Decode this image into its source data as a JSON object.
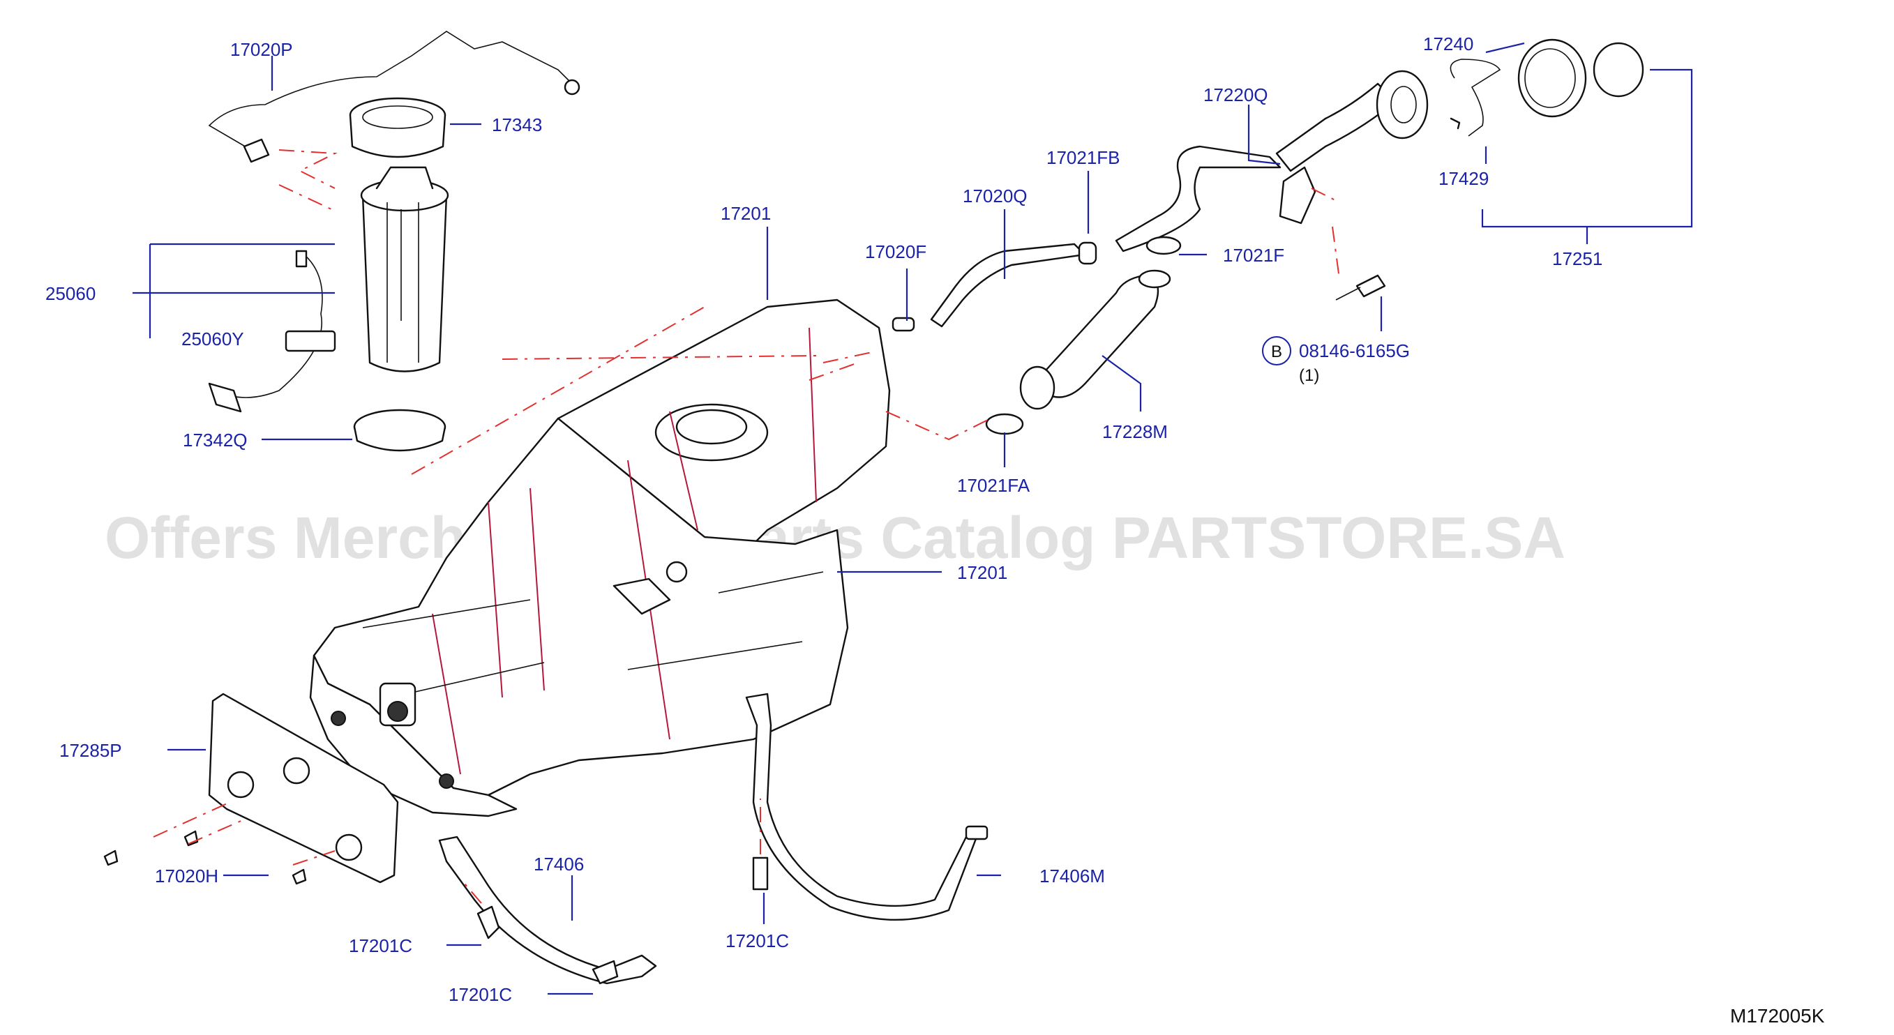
{
  "diagram_code": "M172005K",
  "watermark": "Offers Merchant Auto Parts Catalog PARTSTORE.SA",
  "labels": {
    "p17020P": "17020P",
    "p17343": "17343",
    "p25060": "25060",
    "p25060Y": "25060Y",
    "p17342Q": "17342Q",
    "p17201_top": "17201",
    "p17201_mid": "17201",
    "p17020F": "17020F",
    "p17020Q": "17020Q",
    "p17021FB": "17021FB",
    "p17220Q": "17220Q",
    "p17021F": "17021F",
    "p17240": "17240",
    "p17429": "17429",
    "p17251": "17251",
    "p08146": "08146-6165G",
    "p08146_qty": "(1)",
    "p08146_ref": "B",
    "p17228M": "17228M",
    "p17021FA": "17021FA",
    "p17285P": "17285P",
    "p17020H": "17020H",
    "p17406": "17406",
    "p17406M": "17406M",
    "p17201C_a": "17201C",
    "p17201C_b": "17201C",
    "p17201C_c": "17201C"
  },
  "colors": {
    "label": "#1a22a8",
    "dashed_line": "#e23030",
    "outline": "#111111",
    "tank_rib": "#b5183a",
    "watermark": "#c9c9c9"
  }
}
